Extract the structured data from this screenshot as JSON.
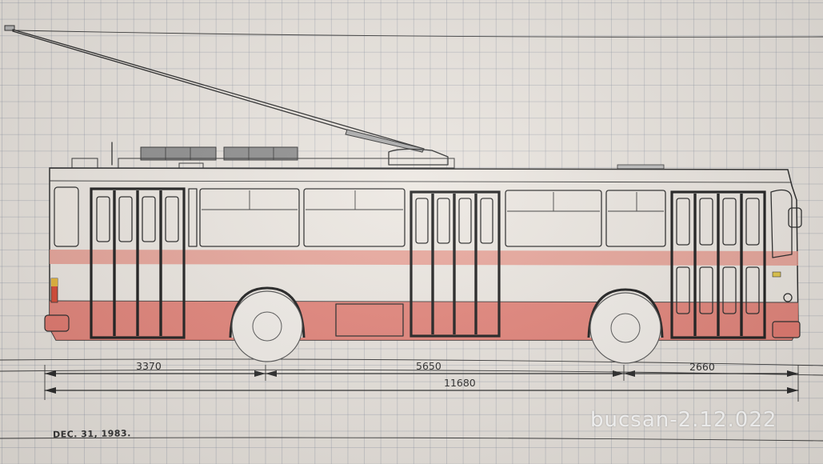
{
  "drawing": {
    "date": "DEC. 31, 1983.",
    "signature": "bucsan-2.12.022",
    "colors": {
      "paper": "#e9e4de",
      "red_stripe": "#e79a8e",
      "red_skirt": "#e2796f",
      "ink": "#2a2a2a",
      "window": "#efe9e2"
    }
  },
  "dimensions": {
    "front_overhang": "3370",
    "wheelbase": "5650",
    "rear_overhang": "2660",
    "total_length": "11680"
  }
}
